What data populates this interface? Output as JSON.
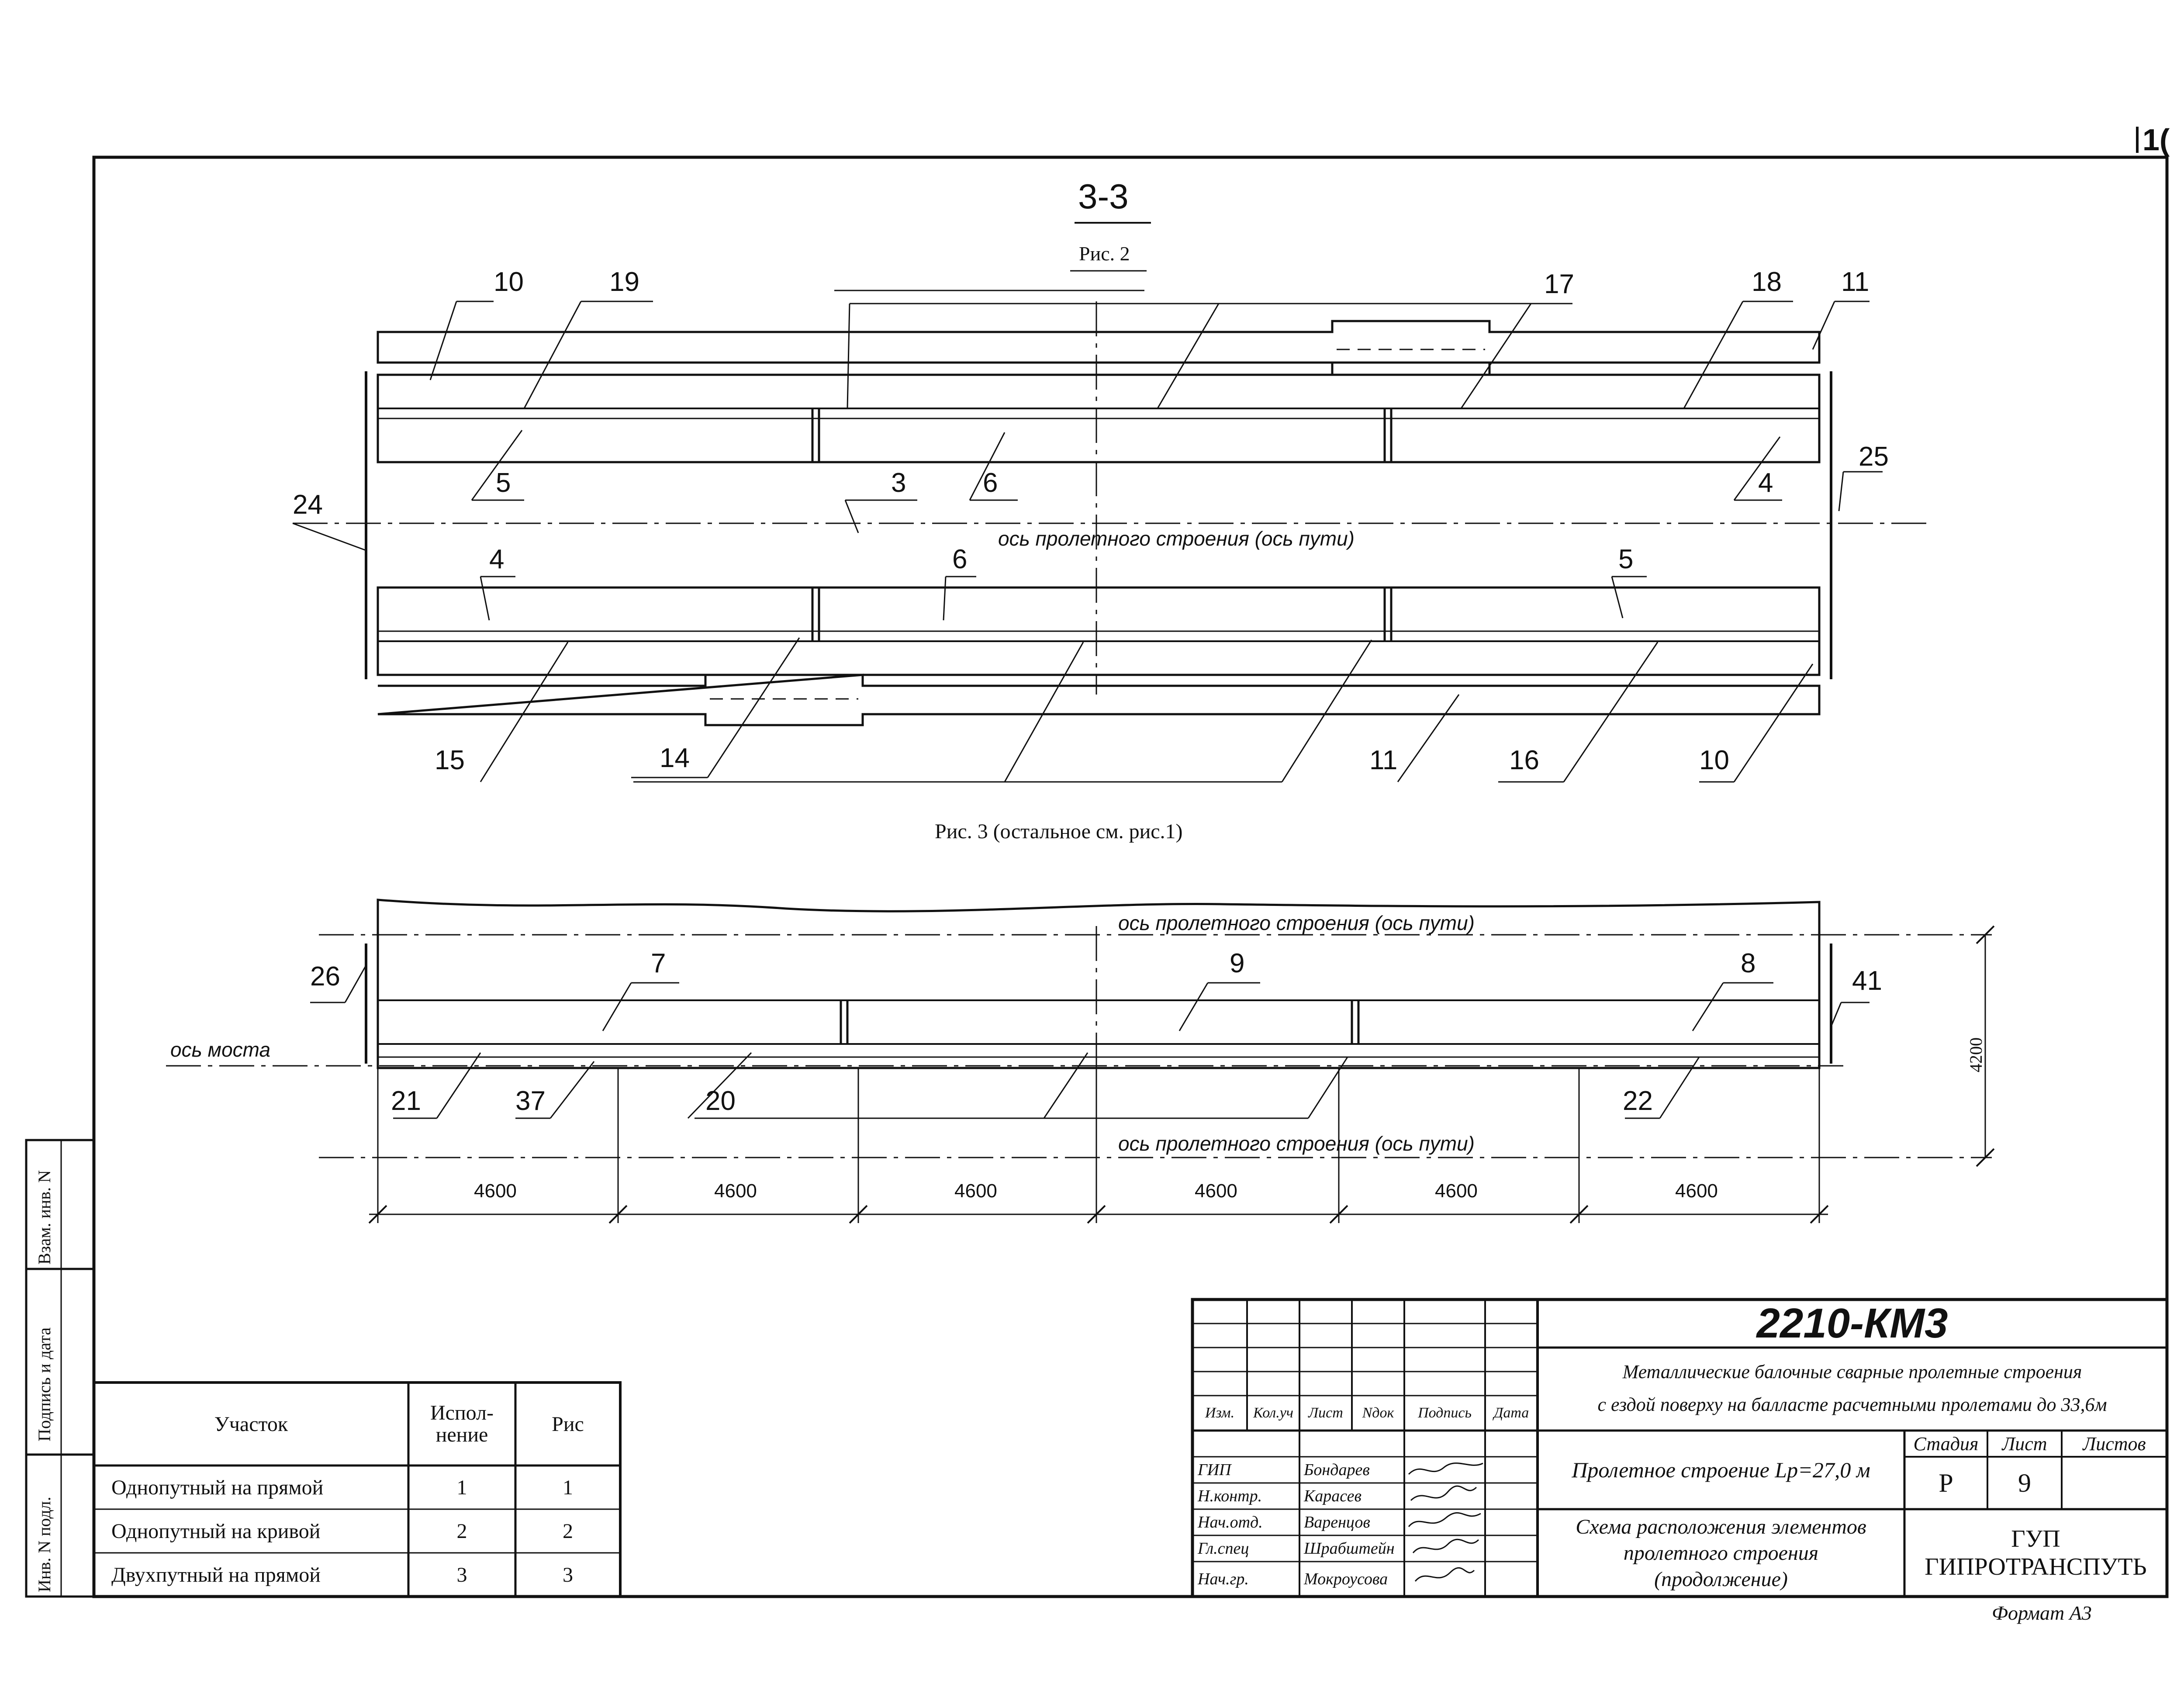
{
  "section": {
    "title": "3-3",
    "fig2": "Рис. 2",
    "fig3": "Рис. 3 (остальное см. рис.1)"
  },
  "axis_labels": {
    "track_axis": "ось пролетного строения (ось пути)",
    "bridge_axis": "ось моста"
  },
  "fig2_labels": [
    "10",
    "19",
    "17",
    "18",
    "11",
    "24",
    "25",
    "5",
    "3",
    "6",
    "4",
    "4",
    "6",
    "5",
    "15",
    "14",
    "11",
    "16",
    "10"
  ],
  "fig3_labels": [
    "26",
    "7",
    "9",
    "8",
    "41",
    "21",
    "37",
    "20",
    "22"
  ],
  "dimensions": {
    "spans": [
      "4600",
      "4600",
      "4600",
      "4600",
      "4600",
      "4600"
    ],
    "height": "4200"
  },
  "corner_mark": "1(",
  "left_stamp": {
    "inv_orig": "Инв. N подл.",
    "sign_date": "Подпись и дата",
    "inv_repl": "Взам. инв. N"
  },
  "usage_table": {
    "headers": [
      "Участок",
      "Испол-\nнение",
      "Рис"
    ],
    "rows": [
      [
        "Однопутный на прямой",
        "1",
        "1"
      ],
      [
        "Однопутный на кривой",
        "2",
        "2"
      ],
      [
        "Двухпутный на прямой",
        "3",
        "3"
      ]
    ]
  },
  "title_block": {
    "doc_code": "2210-КМ3",
    "series_title_1": "Металлические балочные сварные пролетные строения",
    "series_title_2": "с ездой поверху на балласте расчетными пролетами до 33,6м",
    "rev_headers": [
      "Изм.",
      "Кол.уч",
      "Лист",
      "Nдок",
      "Подпись",
      "Дата"
    ],
    "staff": [
      {
        "role": "ГИП",
        "name": "Бондарев"
      },
      {
        "role": "Н.контр.",
        "name": "Карасев"
      },
      {
        "role": "Нач.отд.",
        "name": "Варенцов"
      },
      {
        "role": "Гл.спец",
        "name": "Шрабштейн"
      },
      {
        "role": "Нач.гр.",
        "name": "Мокроусова"
      }
    ],
    "object": "Пролетное строение Lр=27,0 м",
    "stage_header": "Стадия",
    "sheet_header": "Лист",
    "sheets_header": "Листов",
    "stage": "Р",
    "sheet": "9",
    "sheets": "",
    "drawing_1": "Схема расположения элементов",
    "drawing_2": "пролетного строения",
    "drawing_3": "(продолжение)",
    "org": "ГУП ГИПРОТРАНСПУТЬ",
    "format": "Формат А3"
  }
}
